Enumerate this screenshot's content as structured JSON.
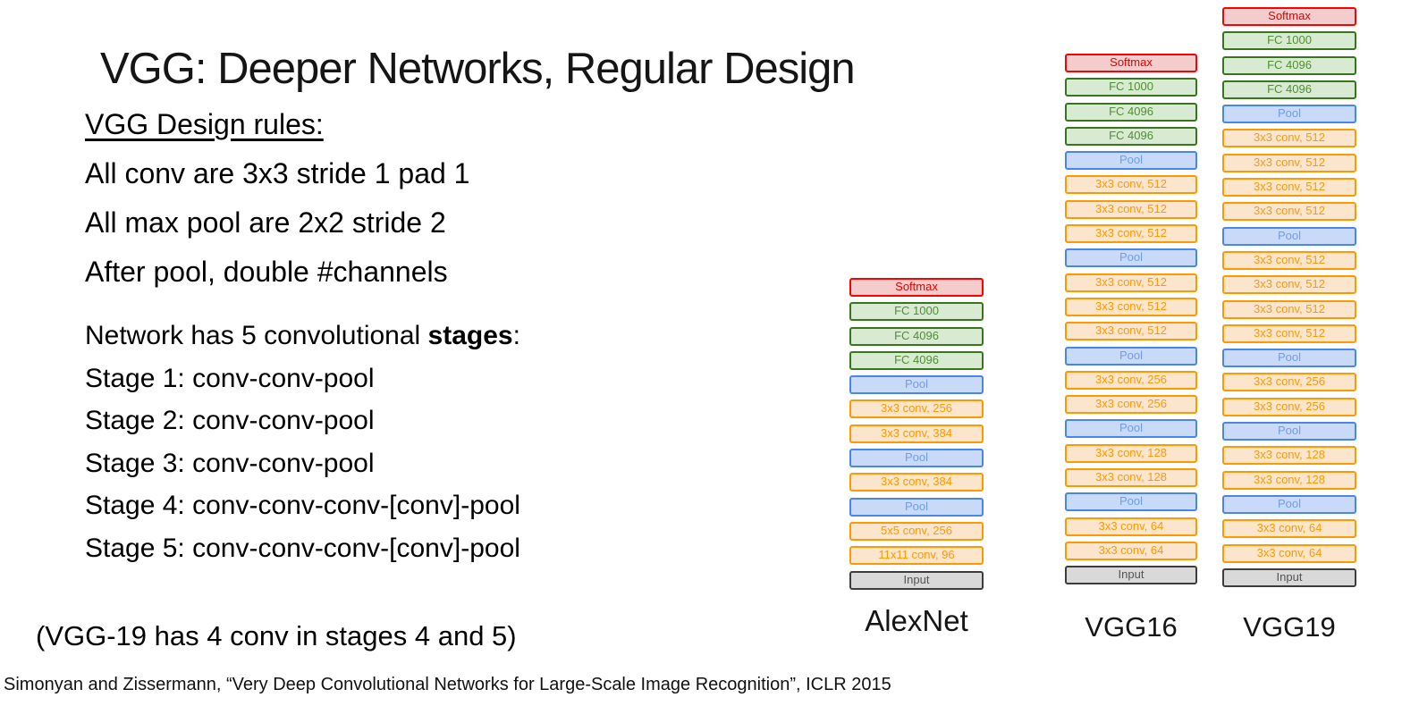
{
  "title": "VGG: Deeper Networks, Regular Design",
  "design_rules": {
    "heading": "VGG Design rules:",
    "rules": [
      "All conv are 3x3 stride 1 pad 1",
      "All max pool are 2x2 stride 2",
      "After pool, double #channels"
    ]
  },
  "stages": {
    "intro_prefix": "Network has 5 convolutional ",
    "intro_bold": "stages",
    "intro_suffix": ":",
    "lines": [
      "Stage 1: conv-conv-pool",
      "Stage 2: conv-conv-pool",
      "Stage 3: conv-conv-pool",
      "Stage 4: conv-conv-conv-[conv]-pool",
      "Stage 5: conv-conv-conv-[conv]-pool"
    ],
    "note": "(VGG-19 has 4 conv in stages 4 and 5)"
  },
  "citation": "Simonyan and Zissermann, “Very Deep Convolutional Networks for Large-Scale Image Recognition”, ICLR 2015",
  "legend_colors": {
    "softmax": {
      "border": "#fe0000",
      "fill": "#f4cccc",
      "text": "#e60000"
    },
    "fc": {
      "border": "#38761d",
      "fill": "#d9ead3",
      "text": "#4e8f2f"
    },
    "pool": {
      "border": "#4a86e8",
      "fill": "#c9daf8",
      "text": "#6d9eeb"
    },
    "conv": {
      "border": "#ff9900",
      "fill": "#fce5cd",
      "text": "#ff9900"
    },
    "input": {
      "border": "#3d3d3d",
      "fill": "#d9d9d9",
      "text": "#545454"
    }
  },
  "networks": [
    {
      "name": "AlexNet",
      "layers": [
        {
          "label": "Softmax",
          "type": "softmax"
        },
        {
          "label": "FC 1000",
          "type": "fc"
        },
        {
          "label": "FC 4096",
          "type": "fc"
        },
        {
          "label": "FC 4096",
          "type": "fc"
        },
        {
          "label": "Pool",
          "type": "pool"
        },
        {
          "label": "3x3 conv, 256",
          "type": "conv"
        },
        {
          "label": "3x3 conv, 384",
          "type": "conv"
        },
        {
          "label": "Pool",
          "type": "pool"
        },
        {
          "label": "3x3 conv, 384",
          "type": "conv"
        },
        {
          "label": "Pool",
          "type": "pool"
        },
        {
          "label": "5x5 conv, 256",
          "type": "conv"
        },
        {
          "label": "11x11 conv, 96",
          "type": "conv"
        },
        {
          "label": "Input",
          "type": "input"
        }
      ]
    },
    {
      "name": "VGG16",
      "layers": [
        {
          "label": "Softmax",
          "type": "softmax"
        },
        {
          "label": "FC 1000",
          "type": "fc"
        },
        {
          "label": "FC 4096",
          "type": "fc"
        },
        {
          "label": "FC 4096",
          "type": "fc"
        },
        {
          "label": "Pool",
          "type": "pool"
        },
        {
          "label": "3x3 conv, 512",
          "type": "conv"
        },
        {
          "label": "3x3 conv, 512",
          "type": "conv"
        },
        {
          "label": "3x3 conv, 512",
          "type": "conv"
        },
        {
          "label": "Pool",
          "type": "pool"
        },
        {
          "label": "3x3 conv, 512",
          "type": "conv"
        },
        {
          "label": "3x3 conv, 512",
          "type": "conv"
        },
        {
          "label": "3x3 conv, 512",
          "type": "conv"
        },
        {
          "label": "Pool",
          "type": "pool"
        },
        {
          "label": "3x3 conv, 256",
          "type": "conv"
        },
        {
          "label": "3x3 conv, 256",
          "type": "conv"
        },
        {
          "label": "Pool",
          "type": "pool"
        },
        {
          "label": "3x3 conv, 128",
          "type": "conv"
        },
        {
          "label": "3x3 conv, 128",
          "type": "conv"
        },
        {
          "label": "Pool",
          "type": "pool"
        },
        {
          "label": "3x3 conv, 64",
          "type": "conv"
        },
        {
          "label": "3x3 conv, 64",
          "type": "conv"
        },
        {
          "label": "Input",
          "type": "input"
        }
      ]
    },
    {
      "name": "VGG19",
      "layers": [
        {
          "label": "Softmax",
          "type": "softmax"
        },
        {
          "label": "FC 1000",
          "type": "fc"
        },
        {
          "label": "FC 4096",
          "type": "fc"
        },
        {
          "label": "FC 4096",
          "type": "fc"
        },
        {
          "label": "Pool",
          "type": "pool"
        },
        {
          "label": "3x3 conv, 512",
          "type": "conv"
        },
        {
          "label": "3x3 conv, 512",
          "type": "conv"
        },
        {
          "label": "3x3 conv, 512",
          "type": "conv"
        },
        {
          "label": "3x3 conv, 512",
          "type": "conv"
        },
        {
          "label": "Pool",
          "type": "pool"
        },
        {
          "label": "3x3 conv, 512",
          "type": "conv"
        },
        {
          "label": "3x3 conv, 512",
          "type": "conv"
        },
        {
          "label": "3x3 conv, 512",
          "type": "conv"
        },
        {
          "label": "3x3 conv, 512",
          "type": "conv"
        },
        {
          "label": "Pool",
          "type": "pool"
        },
        {
          "label": "3x3 conv, 256",
          "type": "conv"
        },
        {
          "label": "3x3 conv, 256",
          "type": "conv"
        },
        {
          "label": "Pool",
          "type": "pool"
        },
        {
          "label": "3x3 conv, 128",
          "type": "conv"
        },
        {
          "label": "3x3 conv, 128",
          "type": "conv"
        },
        {
          "label": "Pool",
          "type": "pool"
        },
        {
          "label": "3x3 conv, 64",
          "type": "conv"
        },
        {
          "label": "3x3 conv, 64",
          "type": "conv"
        },
        {
          "label": "Input",
          "type": "input"
        }
      ]
    }
  ]
}
